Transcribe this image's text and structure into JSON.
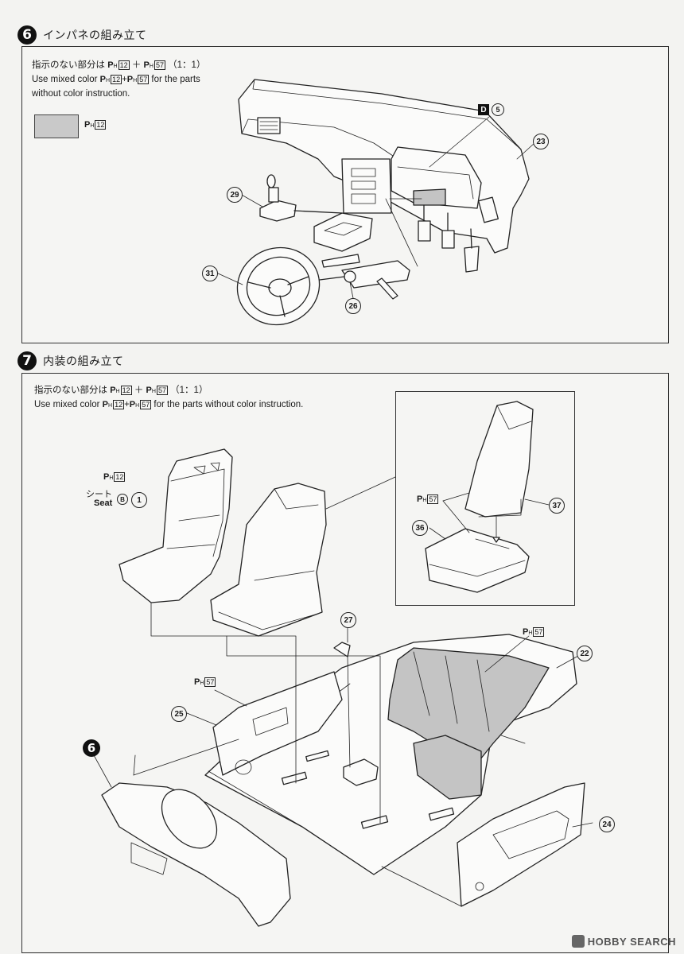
{
  "step6": {
    "number": "6",
    "title": "インパネの組み立て",
    "instr_jp_prefix": "指示のない部分は",
    "instr_jp_suffix": "（1：1）",
    "instr_en_1": "Use mixed color",
    "instr_en_2": "for the parts",
    "instr_en_3": "without color instruction.",
    "swatch_code": "12",
    "parts": {
      "d_marker": "D",
      "d_part": "5",
      "p23": "23",
      "p29": "29",
      "p31": "31",
      "p26": "26"
    }
  },
  "step7": {
    "number": "7",
    "title": "内装の組み立て",
    "instr_jp_prefix": "指示のない部分は",
    "instr_jp_suffix": "（1：1）",
    "instr_en_1": "Use mixed color",
    "instr_en_2": "for the parts without color instruction.",
    "seat_color": "12",
    "seat_jp": "シート",
    "seat_en": "Seat",
    "seat_marker": "B",
    "parts": {
      "p1": "1",
      "p37": "37",
      "p36": "36",
      "p27": "27",
      "p22": "22",
      "p25": "25",
      "p24": "24",
      "step_ref": "6"
    },
    "color_57": "57"
  },
  "paint": {
    "prefix": "P",
    "sub": "H",
    "c12": "12",
    "c57": "57",
    "plus": "＋"
  },
  "watermark": "HOBBY SEARCH"
}
